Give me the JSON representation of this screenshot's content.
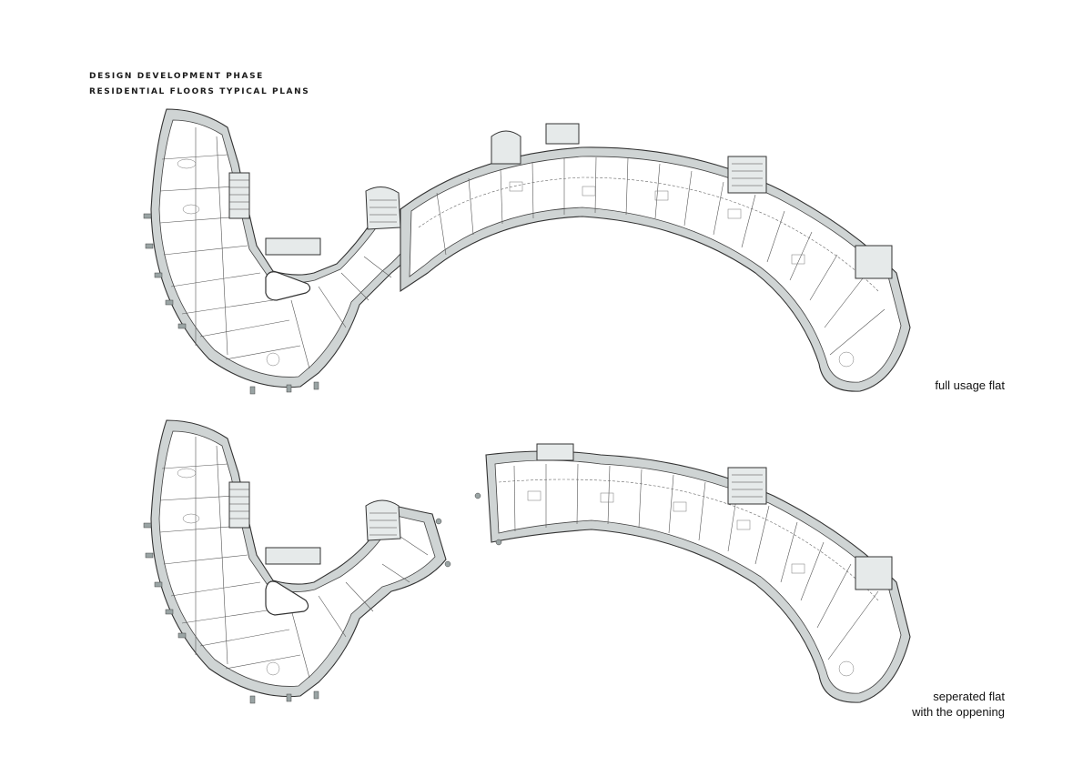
{
  "header": {
    "line1": "DESIGN DEVELOPMENT PHASE",
    "line2": "RESIDENTIAL FLOORS TYPICAL PLANS"
  },
  "plans": [
    {
      "caption_lines": [
        "full usage flat"
      ]
    },
    {
      "caption_lines": [
        "seperated flat",
        "with the oppening"
      ]
    }
  ]
}
